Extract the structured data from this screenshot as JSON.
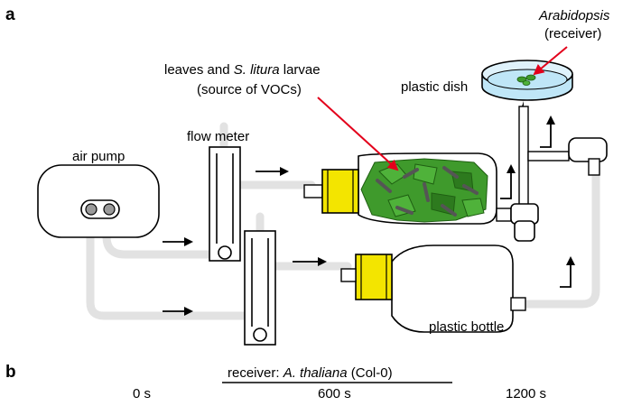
{
  "panels": {
    "a": "a",
    "b": "b"
  },
  "labels": {
    "air_pump": "air pump",
    "flow_meter": "flow meter",
    "source_line1_a": "leaves and ",
    "source_line1_italic": "S. litura",
    "source_line1_b": " larvae",
    "source_line2": "(source of VOCs)",
    "plastic_dish": "plastic dish",
    "receiver_italic": "Arabidopsis",
    "receiver_line2": "(receiver)",
    "plastic_bottle": "plastic bottle"
  },
  "panel_b": {
    "caption_prefix": "receiver: ",
    "caption_italic": "A. thaliana",
    "caption_suffix": " (Col-0)",
    "times": [
      "0 s",
      "600 s",
      "1200 s"
    ]
  },
  "colors": {
    "cap_yellow": "#f3e500",
    "leaf_green": "#3f9a2c",
    "leaf_dark": "#2d7a1e",
    "callout_red": "#e3001b",
    "dish_blue": "#bfe6f7",
    "tube_gray": "#e2e2e2"
  }
}
